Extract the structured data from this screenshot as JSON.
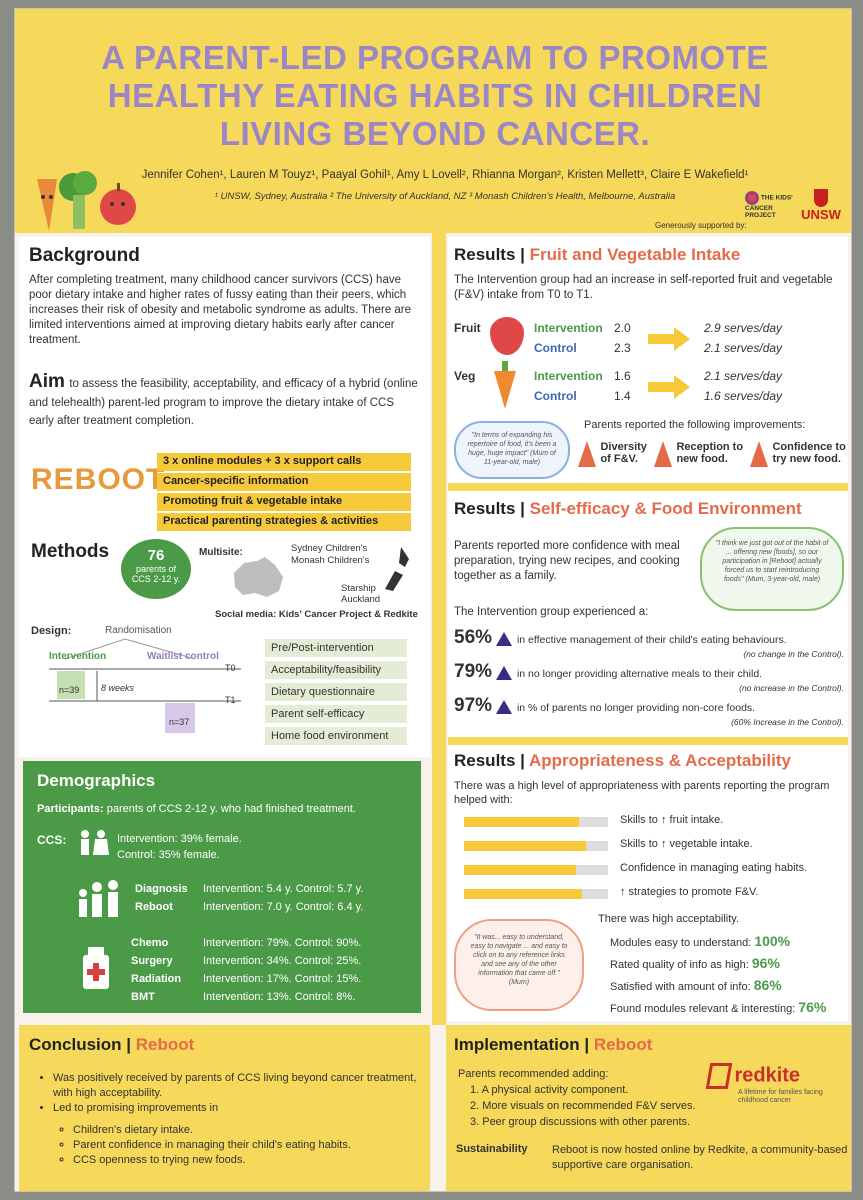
{
  "header": {
    "title": "A PARENT-LED PROGRAM TO PROMOTE HEALTHY EATING HABITS IN CHILDREN LIVING BEYOND CANCER.",
    "authors": "Jennifer Cohen¹, Lauren M Touyz¹, Paayal Gohil¹, Amy L Lovell², Rhianna Morgan², Kristen Mellett³, Claire E Wakefield¹",
    "affiliations": "¹ UNSW, Sydney, Australia    ² The University of Auckland, NZ    ³ Monash Children's Health, Melbourne, Australia",
    "supported": "Generously supported by:",
    "logo1": "THE KIDS' CANCER PROJECT",
    "logo2": "UNSW"
  },
  "background": {
    "title": "Background",
    "text": "After completing treatment, many childhood cancer survivors (CCS) have poor dietary intake and higher rates of fussy eating than their peers, which increases their risk of obesity and metabolic syndrome as adults. There are limited interventions aimed at improving dietary habits early after cancer treatment."
  },
  "aim": {
    "title": "Aim",
    "text": "to assess the feasibility, acceptability, and efficacy of a hybrid (online and telehealth) parent-led program to improve the dietary intake of CCS early after treatment completion."
  },
  "reboot": {
    "logo": "REBOOT",
    "tags": [
      "3 x online modules + 3 x support calls",
      "Cancer-specific information",
      "Promoting fruit & vegetable intake",
      "Practical parenting strategies & activities"
    ]
  },
  "methods": {
    "title": "Methods",
    "circle_num": "76",
    "circle_text": "parents of CCS 2-12 y.",
    "multisite": "Multisite:",
    "sites": [
      "Sydney Children's",
      "Monash Children's"
    ],
    "nz_site": "Starship Auckland",
    "social": "Social media: Kids' Cancer Project & Redkite",
    "design": "Design:",
    "randomisation": "Randomisation",
    "intervention": "Intervention",
    "waitlist": "Waitlist control",
    "t0": "T0",
    "t1": "T1",
    "weeks": "8 weeks",
    "n1": "n=39",
    "n2": "n=37",
    "measures": [
      "Pre/Post-intervention",
      "Acceptability/feasibility",
      "Dietary questionnaire",
      "Parent self-efficacy",
      "Home food environment"
    ]
  },
  "demographics": {
    "title": "Demographics",
    "participants_label": "Participants:",
    "participants_text": "parents of CCS 2-12 y. who had finished treatment.",
    "ccs": "CCS:",
    "ccs_int": "Intervention: 39% female.",
    "ccs_ctrl": "Control: 35% female.",
    "rows1": [
      {
        "label": "Diagnosis",
        "value": "Intervention: 5.4 y. Control: 5.7 y."
      },
      {
        "label": "Reboot",
        "value": "Intervention: 7.0 y. Control: 6.4 y."
      }
    ],
    "rows2": [
      {
        "label": "Chemo",
        "value": "Intervention: 79%. Control: 90%."
      },
      {
        "label": "Surgery",
        "value": "Intervention: 34%. Control: 25%."
      },
      {
        "label": "Radiation",
        "value": "Intervention: 17%. Control: 15%."
      },
      {
        "label": "BMT",
        "value": "Intervention: 13%. Control: 8%."
      }
    ]
  },
  "conclusion": {
    "title": "Conclusion",
    "accent": "Reboot",
    "b1": "Was positively received by parents of CCS living beyond cancer treatment, with high acceptability.",
    "b2": "Led to promising improvements in",
    "subs": [
      "Children's dietary intake.",
      "Parent confidence in managing their child's eating habits.",
      "CCS openness to trying new foods."
    ]
  },
  "fv": {
    "title": "Results",
    "accent": "Fruit and Vegetable Intake",
    "intro": "The Intervention group had an increase in self-reported fruit and vegetable (F&V) intake from T0 to T1.",
    "fruit": "Fruit",
    "veg": "Veg",
    "rows": [
      {
        "group": "Intervention",
        "t0": "2.0",
        "t1": "2.9 serves/day"
      },
      {
        "group": "Control",
        "t0": "2.3",
        "t1": "2.1 serves/day"
      },
      {
        "group": "Intervention",
        "t0": "1.6",
        "t1": "2.1 serves/day"
      },
      {
        "group": "Control",
        "t0": "1.4",
        "t1": "1.6 serves/day"
      }
    ],
    "quote": "\"In terms of expanding his repertoire of food, it's been a huge, huge impact\" (Mum of 11-year-old, male)",
    "improv": "Parents reported the following improvements:",
    "items": [
      "Diversity of F&V.",
      "Reception to new food.",
      "Confidence to try new food."
    ]
  },
  "se": {
    "title": "Results",
    "accent": "Self-efficacy & Food Environment",
    "intro": "Parents reported more confidence with meal preparation, trying new recipes, and cooking together as a family.",
    "quote": "\"I think we just got out of the habit of ... offering new [foods], so our participation in [Reboot] actually forced us to start reintroducing foods\" (Mum, 3-year-old, male)",
    "lead": "The Intervention group experienced a:",
    "stats": [
      {
        "pct": "56%",
        "text": "in effective management of their child's eating behaviours.",
        "note": "(no change in the Control)."
      },
      {
        "pct": "79%",
        "text": "in no longer providing alternative meals to their child.",
        "note": "(no increase in the Control)."
      },
      {
        "pct": "97%",
        "text": "in % of parents no longer providing non-core foods.",
        "note": "(60% Increase in the Control)."
      }
    ]
  },
  "aa": {
    "title": "Results",
    "accent": "Appropriateness & Acceptability",
    "intro": "There was a high level of appropriateness with parents reporting the program helped with:",
    "bars": [
      {
        "label": "Skills to ↑ fruit intake.",
        "value": 0.8
      },
      {
        "label": "Skills to ↑ vegetable intake.",
        "value": 0.85
      },
      {
        "label": "Confidence in managing eating habits.",
        "value": 0.78
      },
      {
        "label": "↑ strategies to promote F&V.",
        "value": 0.82
      }
    ],
    "accept": "There was high acceptability.",
    "quote": "\"It was... easy to understand, easy to navigate ... and easy to click on to any reference links and see any of the other information that came off.\" (Mum)",
    "stats": [
      {
        "label": "Modules easy to understand:",
        "value": "100%"
      },
      {
        "label": "Rated quality of info as high:",
        "value": "96%"
      },
      {
        "label": "Satisfied with amount of info:",
        "value": "86%"
      },
      {
        "label": "Found modules relevant & interesting:",
        "value": "76%"
      }
    ]
  },
  "impl": {
    "title": "Implementation",
    "accent": "Reboot",
    "lead": "Parents recommended adding:",
    "items": [
      "1. A physical activity component.",
      "2. More visuals on recommended F&V serves.",
      "3. Peer group discussions with other parents."
    ],
    "sust_label": "Sustainability",
    "sust_text": "Reboot is now hosted online by Redkite, a community-based supportive care organisation.",
    "logo": "redkite",
    "logo_sub": "A lifetime for families facing childhood cancer"
  }
}
